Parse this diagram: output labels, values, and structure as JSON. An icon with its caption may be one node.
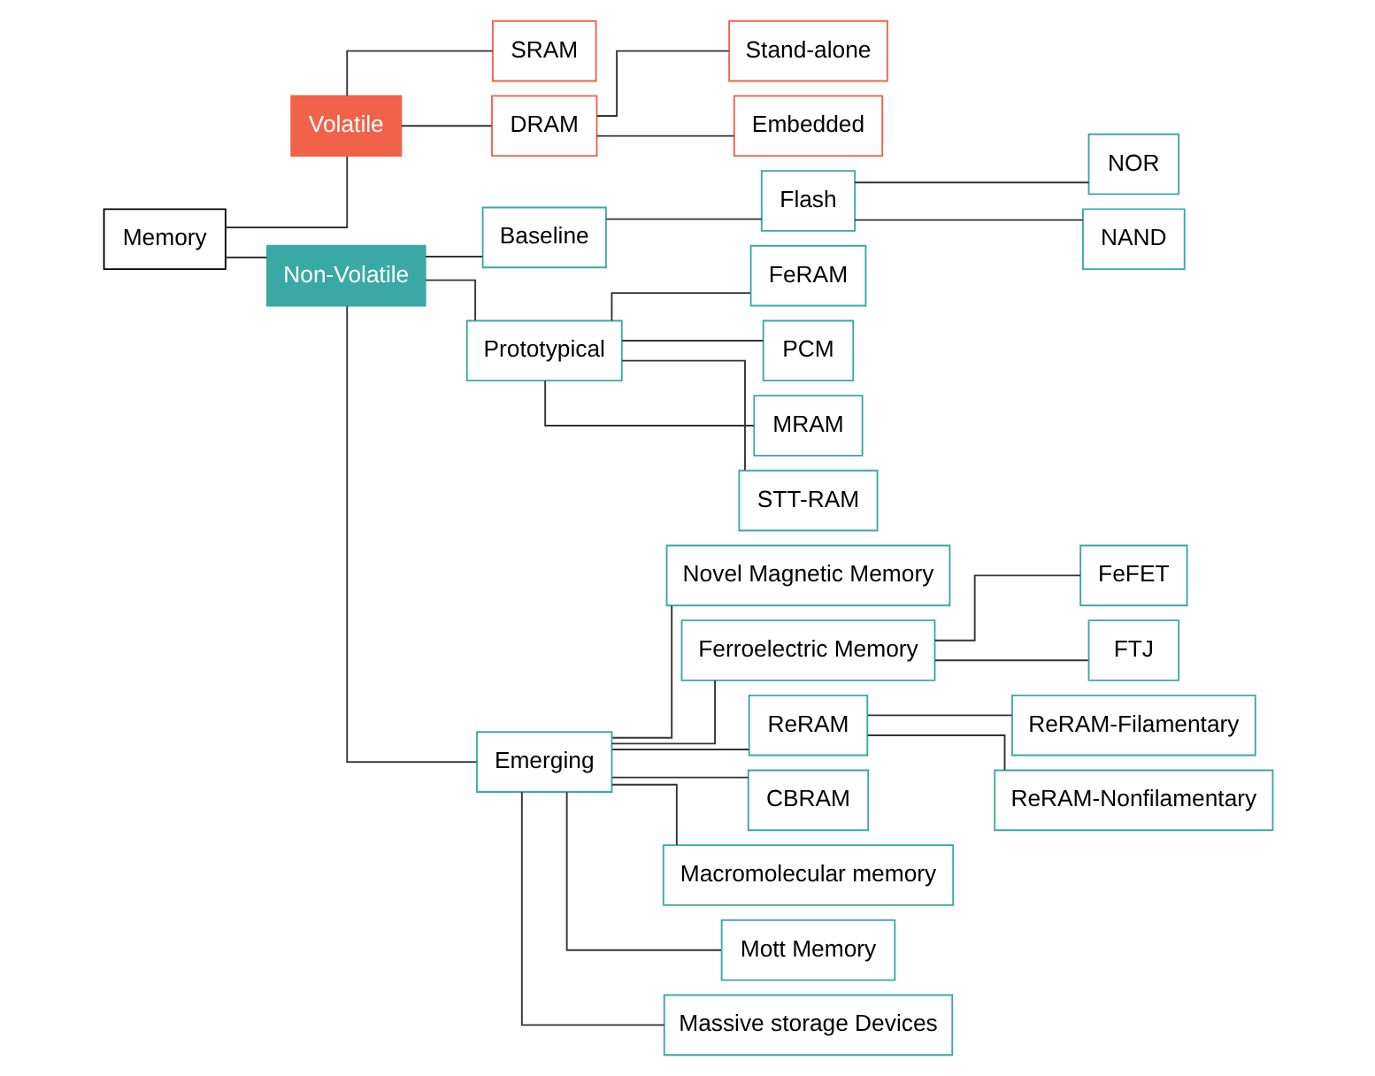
{
  "diagram": {
    "nodes": [
      {
        "text": [
          "Memory"
        ]
      },
      {
        "text": [
          "Volatile"
        ]
      },
      {
        "text": [
          "Non-Volatile"
        ]
      },
      {
        "text": [
          "SRAM"
        ]
      },
      {
        "text": [
          "DRAM"
        ]
      },
      {
        "text": [
          "Stand-alone"
        ]
      },
      {
        "text": [
          "Embedded"
        ]
      },
      {
        "text": [
          "Baseline"
        ]
      },
      {
        "text": [
          "Flash"
        ]
      },
      {
        "text": [
          "NOR"
        ]
      },
      {
        "text": [
          "NAND"
        ]
      },
      {
        "text": [
          "Prototypical"
        ]
      },
      {
        "text": [
          "FeRAM"
        ]
      },
      {
        "text": [
          "PCM"
        ]
      },
      {
        "text": [
          "MRAM"
        ]
      },
      {
        "text": [
          "STT-RAM"
        ]
      },
      {
        "text": [
          "Emerging"
        ]
      },
      {
        "text": [
          "Novel Magnetic Memory"
        ]
      },
      {
        "text": [
          "Ferroelectric Memory"
        ]
      },
      {
        "text": [
          "FeFET"
        ]
      },
      {
        "text": [
          "FTJ"
        ]
      },
      {
        "text": [
          "ReRAM"
        ]
      },
      {
        "text": [
          "ReRAM-Filamentary"
        ]
      },
      {
        "text": [
          "ReRAM-Nonfilamentary"
        ]
      },
      {
        "text": [
          "CBRAM"
        ]
      },
      {
        "text": [
          "Macromolecular memory"
        ]
      },
      {
        "text": [
          "Mott Memory"
        ]
      },
      {
        "text": [
          "Massive storage Devices"
        ]
      }
    ],
    "edges": [
      {
        "from": 0,
        "to": 1,
        "arrow": "none"
      },
      {
        "from": 0,
        "to": 2,
        "arrow": "none"
      },
      {
        "from": 1,
        "to": 3,
        "arrow": "none"
      },
      {
        "from": 1,
        "to": 4,
        "arrow": "none"
      },
      {
        "from": 4,
        "to": 5,
        "arrow": "none"
      },
      {
        "from": 4,
        "to": 6,
        "arrow": "none"
      },
      {
        "from": 2,
        "to": 7,
        "arrow": "none"
      },
      {
        "from": 2,
        "to": 11,
        "arrow": "none"
      },
      {
        "from": 2,
        "to": 16,
        "arrow": "none"
      },
      {
        "from": 7,
        "to": 8,
        "arrow": "none"
      },
      {
        "from": 8,
        "to": 9,
        "arrow": "none"
      },
      {
        "from": 8,
        "to": 10,
        "arrow": "none"
      },
      {
        "from": 11,
        "to": 12,
        "arrow": "none"
      },
      {
        "from": 11,
        "to": 13,
        "arrow": "none"
      },
      {
        "from": 11,
        "to": 14,
        "arrow": "none"
      },
      {
        "from": 11,
        "to": 15,
        "arrow": "none"
      },
      {
        "from": 16,
        "to": 17,
        "arrow": "none"
      },
      {
        "from": 16,
        "to": 18,
        "arrow": "none"
      },
      {
        "from": 18,
        "to": 19,
        "arrow": "none"
      },
      {
        "from": 18,
        "to": 20,
        "arrow": "none"
      },
      {
        "from": 16,
        "to": 21,
        "arrow": "none"
      },
      {
        "from": 21,
        "to": 22,
        "arrow": "none"
      },
      {
        "from": 21,
        "to": 23,
        "arrow": "none"
      },
      {
        "from": 16,
        "to": 24,
        "arrow": "none"
      },
      {
        "from": 16,
        "to": 25,
        "arrow": "none"
      },
      {
        "from": 16,
        "to": 26,
        "arrow": "none"
      },
      {
        "from": 16,
        "to": 27,
        "arrow": "none"
      }
    ]
  }
}
